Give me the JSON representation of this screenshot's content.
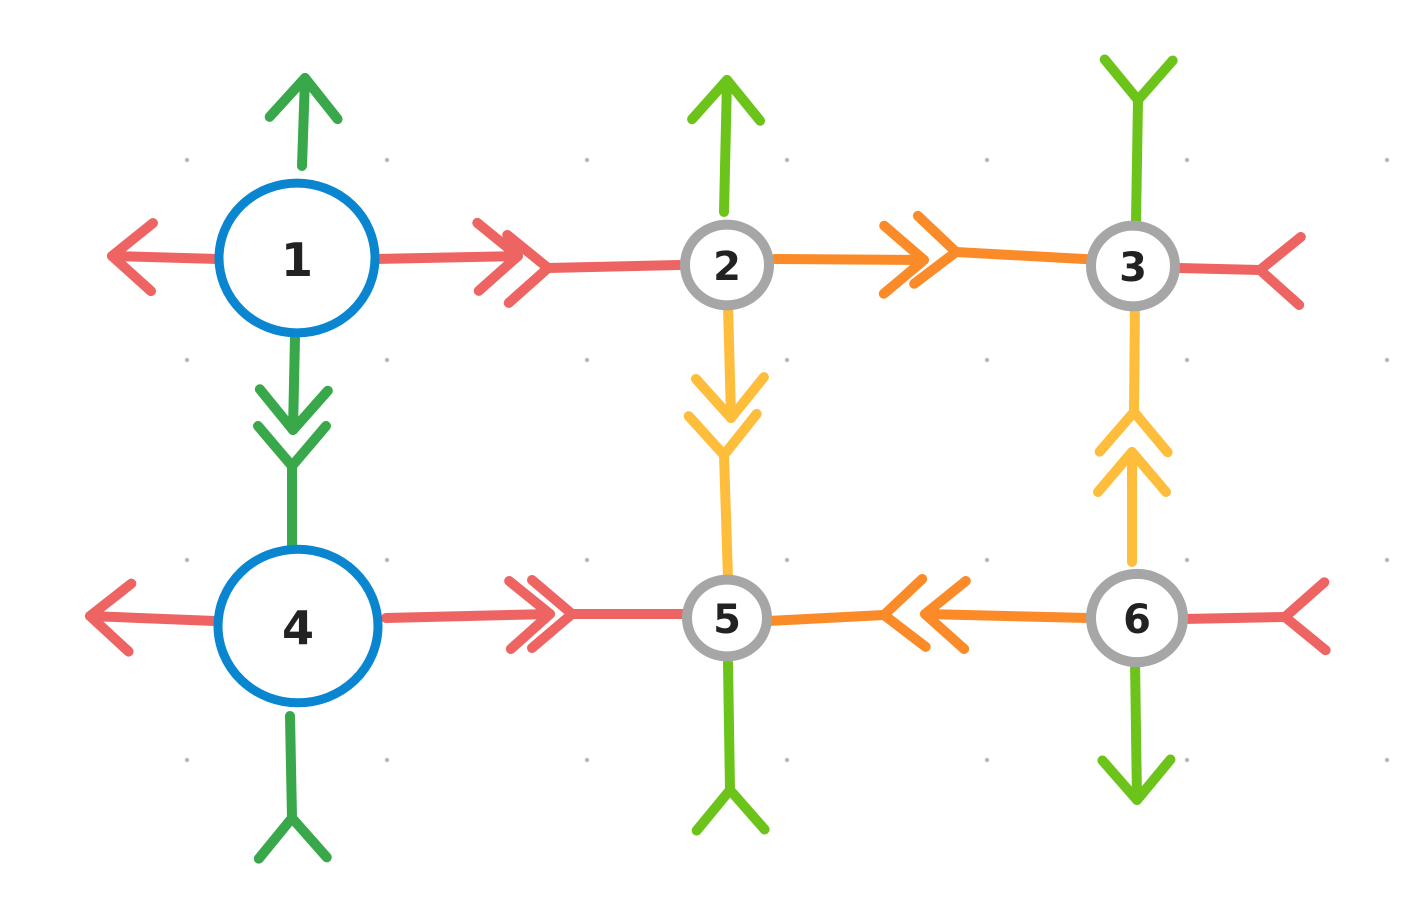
{
  "colors": {
    "red": "#ee6463",
    "orange": "#fb8a28",
    "yellow": "#ffbd3c",
    "green_dark": "#39a84b",
    "green_light": "#6cc41a",
    "blue": "#0a86d1",
    "gray": "#a6a6a6",
    "text": "#222222"
  },
  "nodes": [
    {
      "id": "1",
      "label": "1",
      "ring": "blue"
    },
    {
      "id": "2",
      "label": "2",
      "ring": "gray"
    },
    {
      "id": "3",
      "label": "3",
      "ring": "gray"
    },
    {
      "id": "4",
      "label": "4",
      "ring": "blue"
    },
    {
      "id": "5",
      "label": "5",
      "ring": "gray"
    },
    {
      "id": "6",
      "label": "6",
      "ring": "gray"
    }
  ],
  "edges": [
    {
      "name": "node1-stub-up",
      "color": "green_dark",
      "tail": "none",
      "head": "arrow"
    },
    {
      "name": "node1-stub-left",
      "color": "red",
      "tail": "none",
      "head": "arrow"
    },
    {
      "name": "node1-to-node2",
      "color": "red",
      "tail": "none",
      "head": "arrow"
    },
    {
      "name": "node1-to-node4",
      "color": "green_dark",
      "tail": "none",
      "head": "arrow"
    },
    {
      "name": "node2-stub-up",
      "color": "green_light",
      "tail": "none",
      "head": "arrow"
    },
    {
      "name": "node2-incoming-left",
      "color": "red",
      "tail": "none",
      "head": "fork"
    },
    {
      "name": "node2-to-node3",
      "color": "orange",
      "tail": "none",
      "head": "arrow"
    },
    {
      "name": "node2-to-node5",
      "color": "yellow",
      "tail": "none",
      "head": "arrow"
    },
    {
      "name": "node3-incoming-up",
      "color": "green_light",
      "tail": "none",
      "head": "fork"
    },
    {
      "name": "node3-incoming-left",
      "color": "orange",
      "tail": "none",
      "head": "fork"
    },
    {
      "name": "node3-incoming-right",
      "color": "red",
      "tail": "none",
      "head": "fork"
    },
    {
      "name": "node3-incoming-down",
      "color": "yellow",
      "tail": "none",
      "head": "fork"
    },
    {
      "name": "node4-incoming-up",
      "color": "green_dark",
      "tail": "none",
      "head": "fork"
    },
    {
      "name": "node4-stub-left",
      "color": "red",
      "tail": "none",
      "head": "arrow"
    },
    {
      "name": "node4-to-node5",
      "color": "red",
      "tail": "none",
      "head": "arrow"
    },
    {
      "name": "node4-incoming-down",
      "color": "green_dark",
      "tail": "none",
      "head": "fork"
    },
    {
      "name": "node5-incoming-up",
      "color": "yellow",
      "tail": "none",
      "head": "fork"
    },
    {
      "name": "node5-incoming-left",
      "color": "red",
      "tail": "none",
      "head": "fork"
    },
    {
      "name": "node5-incoming-right",
      "color": "orange",
      "tail": "none",
      "head": "fork"
    },
    {
      "name": "node5-incoming-down",
      "color": "green_light",
      "tail": "none",
      "head": "fork"
    },
    {
      "name": "node6-to-node3",
      "color": "yellow",
      "tail": "none",
      "head": "arrow"
    },
    {
      "name": "node6-to-node5",
      "color": "orange",
      "tail": "none",
      "head": "arrow"
    },
    {
      "name": "node6-incoming-right",
      "color": "red",
      "tail": "none",
      "head": "fork"
    },
    {
      "name": "node6-stub-down",
      "color": "green_light",
      "tail": "none",
      "head": "arrow"
    }
  ]
}
